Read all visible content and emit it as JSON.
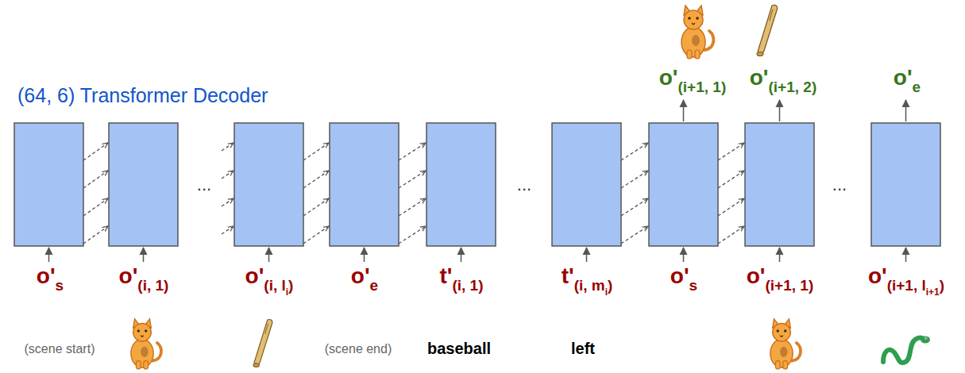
{
  "diagram": {
    "title": "(64, 6) Transformer Decoder",
    "labels": [
      "o'",
      "(i+1, 1)",
      "o'",
      "(i+1, 2)",
      "o'",
      "e",
      "o'",
      "s",
      "o'",
      "(i, 1)",
      "o'",
      "(i, l",
      "i",
      ")",
      "o'",
      "e",
      "t'",
      "(i, 1)",
      "t'",
      "(i, m",
      "i",
      ")",
      "o'",
      "s",
      "o'",
      "(i+1, 1)",
      "o'",
      "(i+1, l",
      "i+1",
      ")",
      "...",
      "...",
      "...",
      "(scene start)",
      "(scene end)",
      "baseball",
      "left"
    ]
  }
}
